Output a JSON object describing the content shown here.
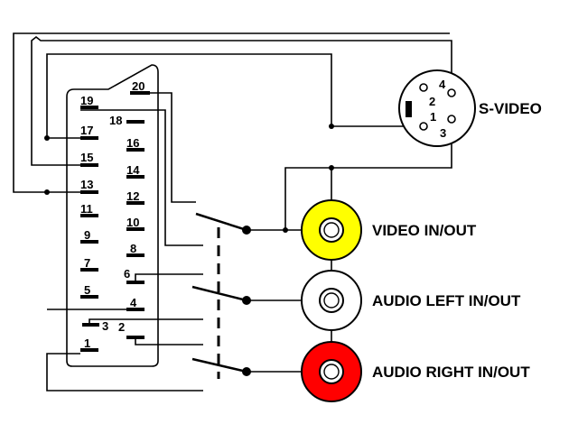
{
  "scart": {
    "pins": {
      "p1": "1",
      "p2": "2",
      "p3": "3",
      "p4": "4",
      "p5": "5",
      "p6": "6",
      "p7": "7",
      "p8": "8",
      "p9": "9",
      "p10": "10",
      "p11": "11",
      "p12": "12",
      "p13": "13",
      "p14": "14",
      "p15": "15",
      "p16": "16",
      "p17": "17",
      "p18": "18",
      "p19": "19",
      "p20": "20"
    }
  },
  "svideo": {
    "label": "S-VIDEO",
    "pins": {
      "p1": "1",
      "p2": "2",
      "p3": "3",
      "p4": "4"
    }
  },
  "rca": {
    "video": {
      "label": "VIDEO IN/OUT",
      "color": "#FFFF00"
    },
    "audio_left": {
      "label": "AUDIO LEFT IN/OUT",
      "color": "#FFFFFF"
    },
    "audio_right": {
      "label": "AUDIO RIGHT IN/OUT",
      "color": "#FF0000"
    }
  }
}
